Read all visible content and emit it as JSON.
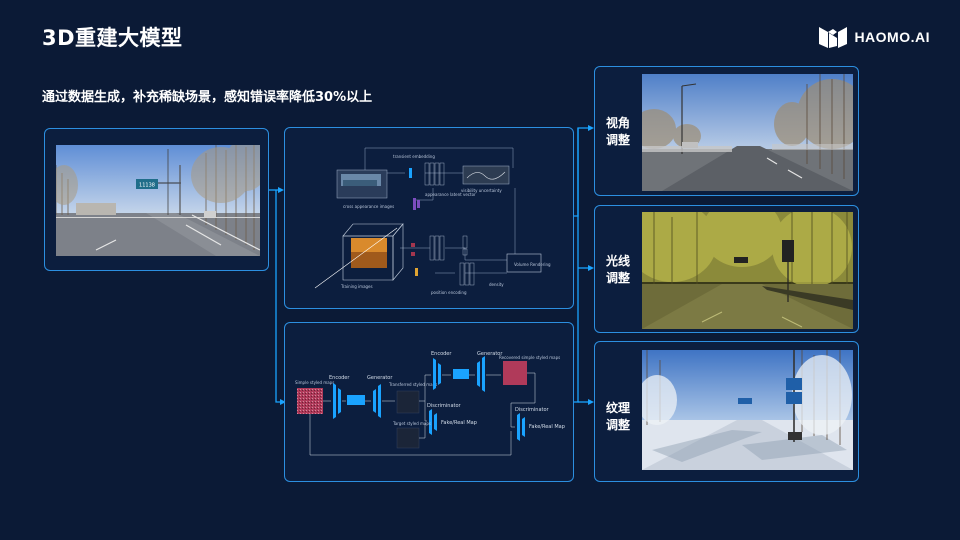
{
  "header": {
    "title": "3D重建大模型",
    "logo_text": "HAOMO.AI"
  },
  "subtitle": "通过数据生成，补充稀缺场景，感知错误率降低30%以上",
  "source_photo": {
    "sign_text": "11138"
  },
  "nerf_diagram": {
    "labels": {
      "transient_embedding": "transient embedding",
      "appearance_latent": "appearance latent vector",
      "visibility": "visibility uncertainty",
      "cross_appearance": "cross appearance images",
      "training_images": "Training images",
      "position_encoding": "position encoding",
      "density": "density",
      "volume_rendering": "Volume Rendering"
    }
  },
  "gan_diagram": {
    "labels": {
      "encoder1": "Encoder",
      "generator1": "Generator",
      "encoder2": "Encoder",
      "generator2": "Generator",
      "discriminator1": "Discriminator",
      "discriminator2": "Discriminator",
      "fake_real1": "Fake/Real Map",
      "fake_real2": "Fake/Real Map",
      "simple_input": "Simple styled maps",
      "transferred": "Transferred styled maps",
      "target": "Target styled maps",
      "recovered": "Recovered simple styled maps"
    }
  },
  "outputs": [
    {
      "label": "视角调整"
    },
    {
      "label": "光线调整"
    },
    {
      "label": "纹理调整"
    }
  ],
  "colors": {
    "background": "#0b1a36",
    "border": "#2c8fe0",
    "accent": "#1aa3ff"
  }
}
